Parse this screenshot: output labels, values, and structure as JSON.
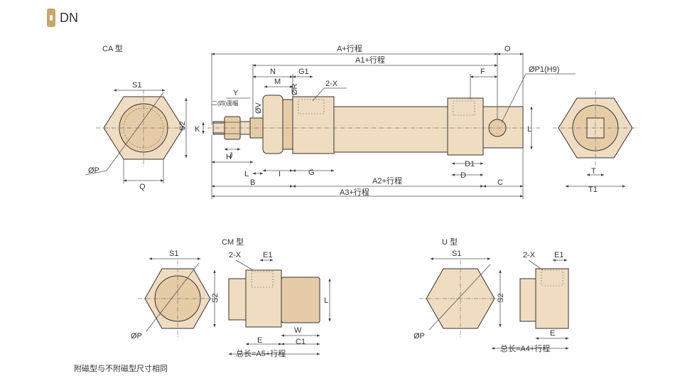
{
  "header": {
    "title": "DN",
    "accent": "#c9a56a"
  },
  "views": {
    "ca_title": "CA 型",
    "cm_title": "CM 型",
    "u_title": "U 型"
  },
  "dims": {
    "a": "A+行程",
    "a1": "A1+行程",
    "a2": "A2+行程",
    "a3": "A3+行程",
    "o": "O",
    "n": "N",
    "g1": "G1",
    "m": "M",
    "x2": "2-X",
    "f": "F",
    "p1": "ØP1(H9)",
    "y": "Y",
    "wrench": "二(四)面幅",
    "v": "ØV",
    "r": "ØR",
    "k": "K",
    "j": "J",
    "h": "H",
    "l_small": "L",
    "b": "B",
    "i": "I",
    "g": "G",
    "d1": "D1",
    "d": "D",
    "c": "C",
    "l": "L",
    "s1": "S1",
    "s2": "S2",
    "p": "ØP",
    "q": "Q",
    "t": "T",
    "t1": "T1",
    "e1": "E1",
    "e": "E",
    "w": "W",
    "c1": "C1",
    "a5": "总长=A5+行程",
    "a4": "总长=A4+行程"
  },
  "footer": {
    "note": "附磁型与不附磁型尺寸相同"
  },
  "colors": {
    "body": "#f0dcc0",
    "body_dark": "#e6cca6",
    "line": "#333333"
  }
}
